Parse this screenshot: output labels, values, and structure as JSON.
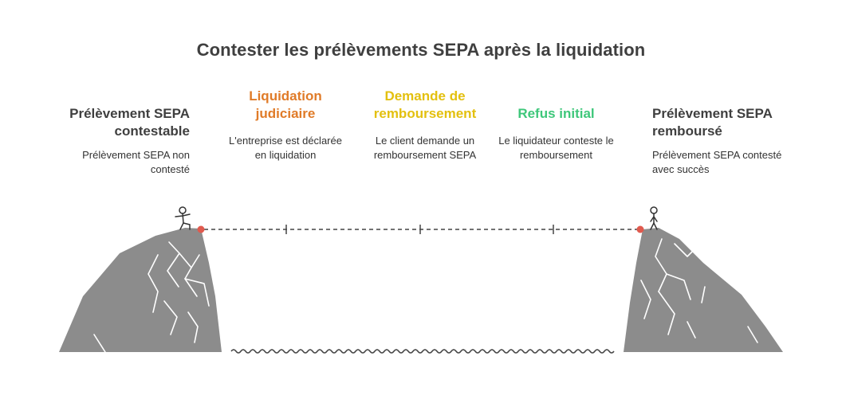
{
  "title": "Contester les prélèvements SEPA après la liquidation",
  "start": {
    "heading": "Prélèvement SEPA contestable",
    "description": "Prélèvement SEPA non contesté",
    "color": "#3f3f3f"
  },
  "steps": [
    {
      "heading": "Liquidation judiciaire",
      "description": "L'entreprise est déclarée en liquidation",
      "color": "#e07b28"
    },
    {
      "heading": "Demande de remboursement",
      "description": "Le client demande un remboursement SEPA",
      "color": "#e3c00f"
    },
    {
      "heading": "Refus initial",
      "description": "Le liquidateur conteste le remboursement",
      "color": "#3ec77a"
    }
  ],
  "end": {
    "heading": "Prélèvement SEPA remboursé",
    "description": "Prélèvement SEPA contesté avec succès",
    "color": "#3f3f3f"
  },
  "colors": {
    "rock": "#8c8c8c",
    "rock_lines": "#ffffff",
    "path_dot": "#e05a4e",
    "rope": "#444444"
  }
}
